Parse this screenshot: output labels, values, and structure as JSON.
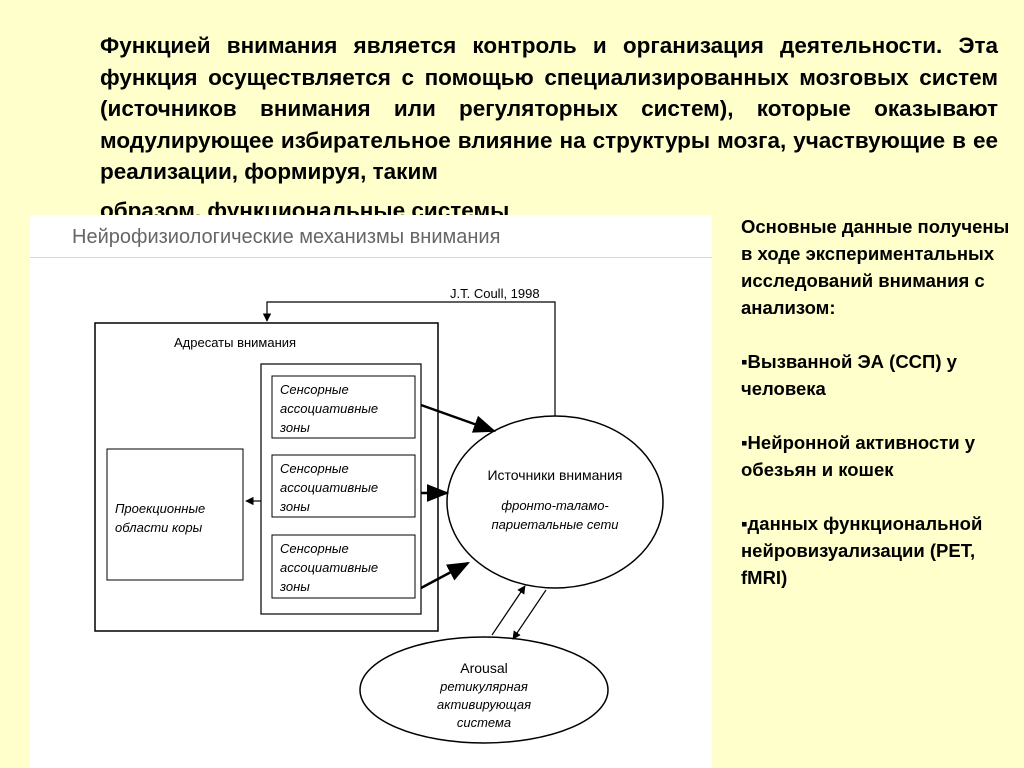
{
  "intro": {
    "text": "Функцией внимания является контроль и организация деятельности. Эта функция осуществляется с помощью специализированных мозговых систем (источников внимания или регуляторных систем), которые оказывают модулирующее избирательное влияние на структуры мозга,  участвующие в ее реализации, формируя, таким",
    "last_line": "образом, функциональные системы"
  },
  "panel": {
    "title": "Нейрофизиологические механизмы внимания",
    "citation": "J.T. Coull, 1998",
    "targets_title": "Адресаты внимания",
    "projection_line1": "Проекционные",
    "projection_line2": "области коры",
    "sensory_boxes": [
      {
        "line1": "Сенсорные",
        "line2": "ассоциативные",
        "line3": "зоны"
      },
      {
        "line1": "Сенсорные",
        "line2": "ассоциативные",
        "line3": "зоны"
      },
      {
        "line1": "Сенсорные",
        "line2": "ассоциативные",
        "line3": "зоны"
      }
    ],
    "sources_title": "Источники внимания",
    "sources_line1": "фронто-таламо-",
    "sources_line2": "париетальные сети",
    "arousal_title": "Arousal",
    "arousal_line1": "ретикулярная",
    "arousal_line2": "активирующая",
    "arousal_line3": "система"
  },
  "side": {
    "intro": "Основные данные получены в ходе экспериментальных исследований внимания с анализом:",
    "bullets": [
      "▪Вызванной ЭА (ССП) у человека",
      "▪Нейронной активности у обезьян и кошек",
      "▪данных функциональной нейровизуализации (PET, fMRI)"
    ]
  }
}
